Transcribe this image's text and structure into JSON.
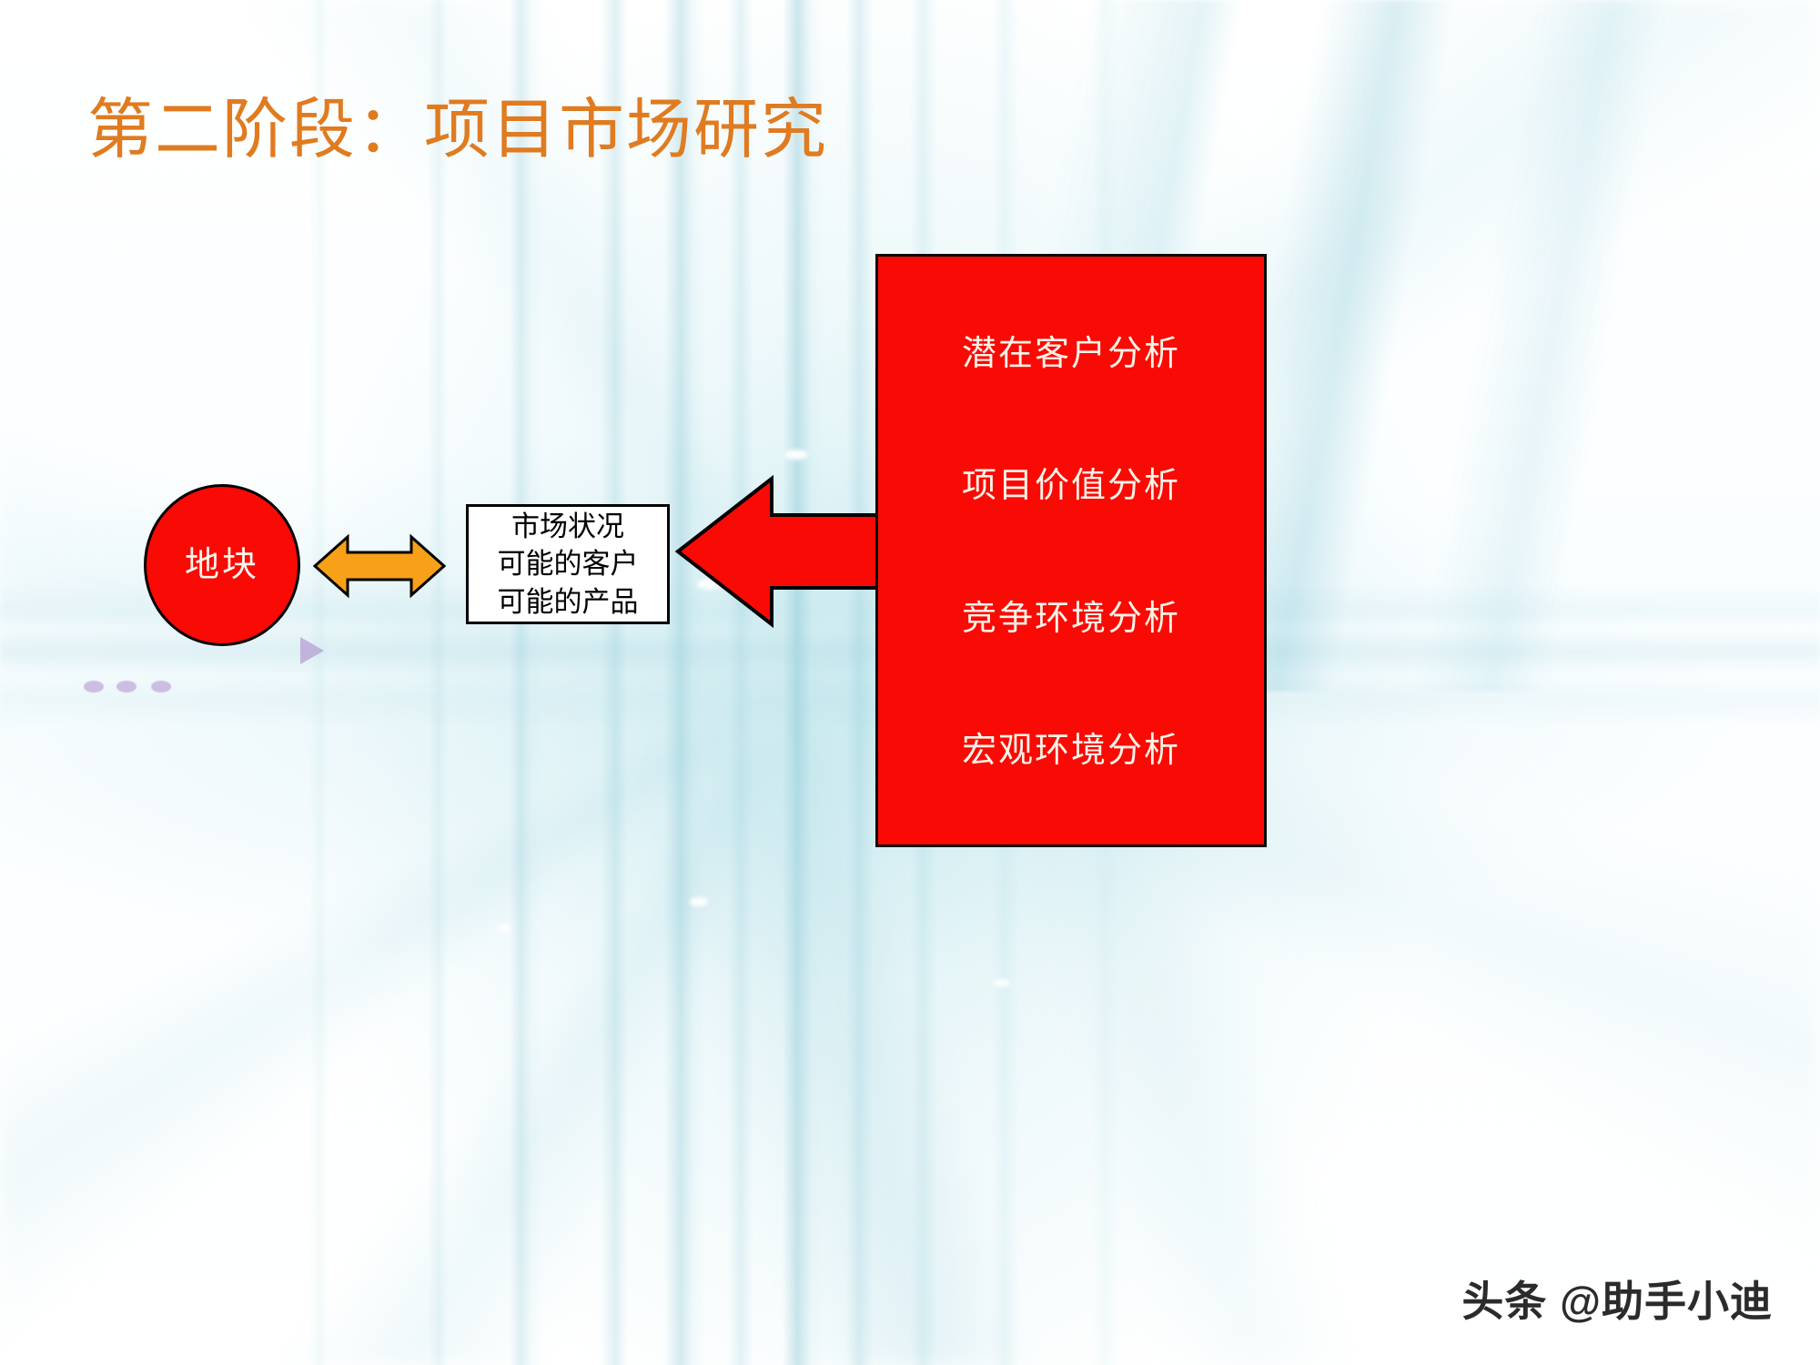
{
  "slide": {
    "title": "第二阶段：项目市场研究",
    "title_color": "#E07B20",
    "background_color": "#ffffff"
  },
  "diagram": {
    "source_node": {
      "label": "地块",
      "shape": "circle",
      "fill": "#FA0A05",
      "text_color": "#FFF7EF",
      "border_color": "#000000"
    },
    "link_arrow": {
      "icon": "double-headed-arrow-icon",
      "direction": "bidirectional",
      "fill": "#F8A017",
      "border_color": "#000000"
    },
    "result_box": {
      "lines": [
        "市场状况",
        "可能的客户",
        "可能的产品"
      ],
      "fill": "#FFFFFF",
      "text_color": "#000000",
      "border_color": "#000000"
    },
    "feed_arrow": {
      "icon": "arrow-left-icon",
      "direction": "left",
      "fill": "#FA0A05",
      "border_color": "#000000"
    },
    "analysis_panel": {
      "fill": "#FA0A05",
      "text_color": "#FFF3E8",
      "border_color": "#0A0A0A",
      "items": [
        "潜在客户分析",
        "项目价值分析",
        "竞争环境分析",
        "宏观环境分析"
      ]
    }
  },
  "decor": {
    "bullet_dots_color": "#B08CCD",
    "bullet_triangle_color": "#B08CCD"
  },
  "watermark": {
    "text": "头条 @助手小迪"
  }
}
